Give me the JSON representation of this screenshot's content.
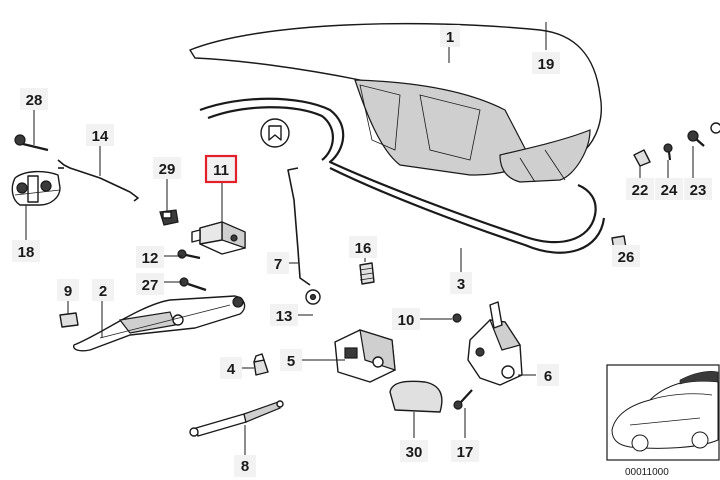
{
  "parts": [
    {
      "id": "1"
    },
    {
      "id": "19"
    },
    {
      "id": "28"
    },
    {
      "id": "14"
    },
    {
      "id": "18"
    },
    {
      "id": "29"
    },
    {
      "id": "11",
      "highlighted": true
    },
    {
      "id": "12"
    },
    {
      "id": "27"
    },
    {
      "id": "9"
    },
    {
      "id": "2"
    },
    {
      "id": "4"
    },
    {
      "id": "8"
    },
    {
      "id": "7"
    },
    {
      "id": "16"
    },
    {
      "id": "13"
    },
    {
      "id": "5"
    },
    {
      "id": "30"
    },
    {
      "id": "10"
    },
    {
      "id": "6"
    },
    {
      "id": "17"
    },
    {
      "id": "3"
    },
    {
      "id": "22"
    },
    {
      "id": "24"
    },
    {
      "id": "23"
    },
    {
      "id": "26"
    }
  ],
  "reference_code": "00011000",
  "colors": {
    "highlight": "#e3202a",
    "label_bg": "#f2f2f2",
    "line": "#1a1a1a"
  }
}
